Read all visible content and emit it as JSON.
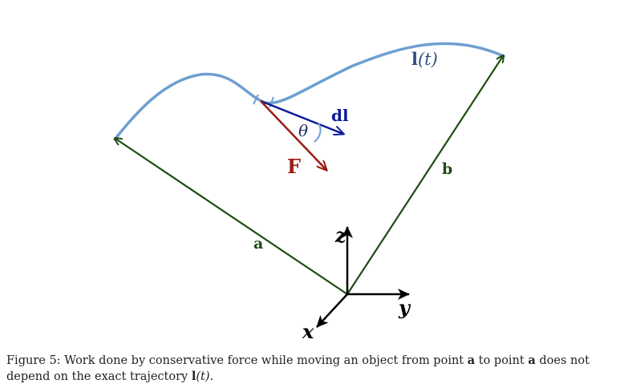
{
  "diagram": {
    "path_label_bold": "l",
    "path_label_arg": "(t)",
    "dl_label": "dl",
    "theta_label": "θ",
    "force_label": "F",
    "a_label": "a",
    "b_label": "b",
    "axis_z": "z",
    "axis_y": "y",
    "axis_x": "x",
    "colors": {
      "path": "#6f9fd0",
      "path_label": "#2f4f7f",
      "displacement": "#0b1b9a",
      "force": "#9b1c13",
      "position_vectors": "#1e4d12",
      "axes": "#000000"
    }
  },
  "caption": {
    "prefix": "Figure 5: Work done by conservative force while moving an object from point ",
    "point_a1": "a",
    "middle": " to point ",
    "point_a2": "a",
    "suffix_line1": " does not depend on the exact trajectory ",
    "trajectory_bold": "l",
    "trajectory_arg": "(t)",
    "end": "."
  }
}
